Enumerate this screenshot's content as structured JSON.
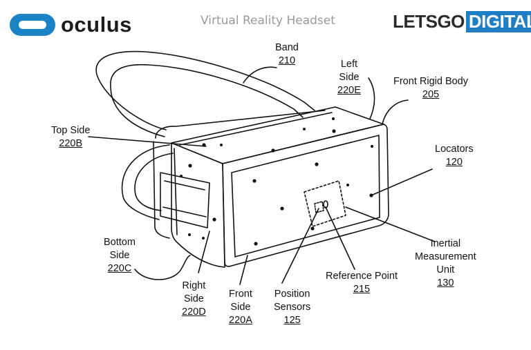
{
  "header": {
    "brand_left": "oculus",
    "title": "Virtual Reality Headset",
    "brand_right_part1": "LETSGO",
    "brand_right_part2": "DIGITAL"
  },
  "labels": {
    "band": {
      "name": "Band",
      "num": "210"
    },
    "left_side": {
      "line1": "Left",
      "line2": "Side",
      "num": "220E"
    },
    "front_rigid_body": {
      "name": "Front Rigid Body",
      "num": "205"
    },
    "top_side": {
      "name": "Top Side",
      "num": "220B"
    },
    "locators": {
      "name": "Locators",
      "num": "120"
    },
    "bottom_side": {
      "line1": "Bottom",
      "line2": "Side",
      "num": "220C"
    },
    "inertial_measurement_unit": {
      "line1": "Inertial",
      "line2": "Measurement",
      "line3": "Unit",
      "num": "130"
    },
    "reference_point": {
      "name": "Reference Point",
      "num": "215"
    },
    "right_side": {
      "line1": "Right",
      "line2": "Side",
      "num": "220D"
    },
    "front_side": {
      "line1": "Front",
      "line2": "Side",
      "num": "220A"
    },
    "position_sensors": {
      "line1": "Position",
      "line2": "Sensors",
      "num": "125"
    }
  },
  "colors": {
    "oculus_blue": "#1a84c7",
    "letsgo_blue": "#1f7ec4",
    "line": "#111111"
  }
}
